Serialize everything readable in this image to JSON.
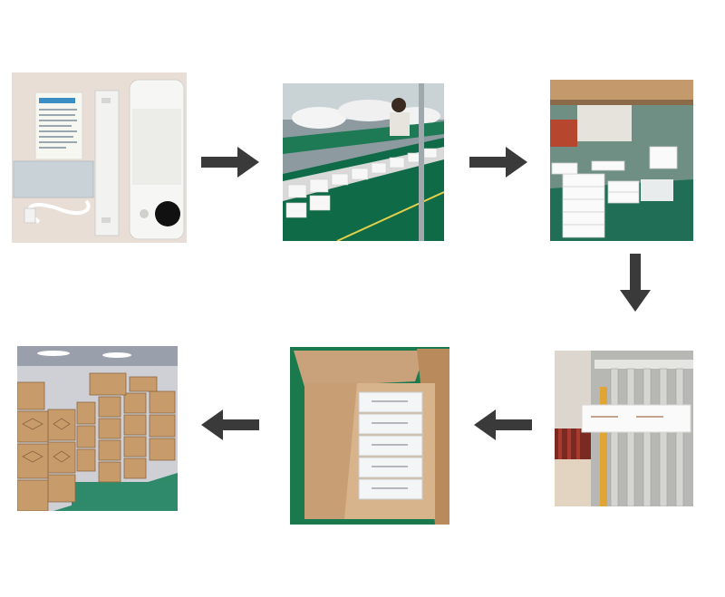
{
  "diagram": {
    "steps": [
      {
        "id": "product-parts",
        "icon": "product-components-photo"
      },
      {
        "id": "assembly-line",
        "icon": "assembly-line-photo"
      },
      {
        "id": "boxed-products",
        "icon": "boxed-products-photo"
      },
      {
        "id": "conveyor-roller",
        "icon": "conveyor-roller-photo"
      },
      {
        "id": "carton-packing",
        "icon": "carton-packing-photo"
      },
      {
        "id": "warehouse-storage",
        "icon": "warehouse-storage-photo"
      }
    ],
    "arrow_color": "#3a3a3a"
  }
}
